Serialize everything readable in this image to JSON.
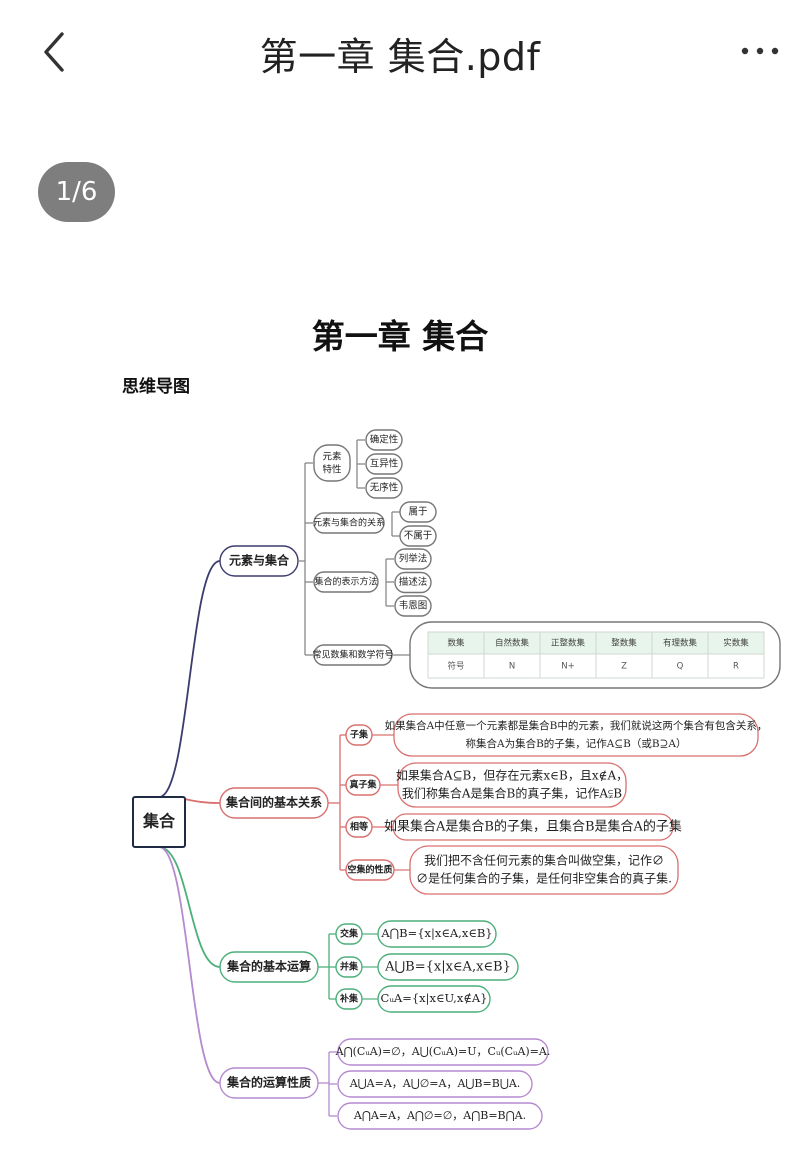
{
  "header": {
    "back_icon": "chevron-left-icon",
    "title": "第一章 集合.pdf",
    "more_icon": "more-horizontal-icon"
  },
  "page_indicator": "1/6",
  "document": {
    "title": "第一章 集合",
    "subtitle": "思维导图"
  },
  "mindmap": {
    "root": "集合",
    "branches": [
      {
        "label": "元素与集合",
        "color": "#3b3b6e",
        "children": [
          {
            "label": "元素\n特性",
            "leaves": [
              "确定性",
              "互异性",
              "无序性"
            ]
          },
          {
            "label": "元素与集合的关系",
            "leaves": [
              "属于",
              "不属于"
            ]
          },
          {
            "label": "集合的表示方法",
            "leaves": [
              "列举法",
              "描述法",
              "韦恩图"
            ]
          },
          {
            "label": "常见数集和数学符号",
            "table": {
              "header": [
                "数集",
                "自然数集",
                "正整数集",
                "整数集",
                "有理数集",
                "实数集"
              ],
              "row": [
                "符号",
                "N",
                "N+",
                "Z",
                "Q",
                "R"
              ]
            }
          }
        ]
      },
      {
        "label": "集合间的基本关系",
        "color": "#d9706f",
        "children": [
          {
            "label": "子集",
            "text": [
              "如果集合A中任意一个元素都是集合B中的元素，我们就说这两个集合有包含关系，",
              "称集合A为集合B的子集，记作A⊆B（或B⊇A）"
            ]
          },
          {
            "label": "真子集",
            "text": [
              "如果集合A⊆B，但存在元素x∈B，且x∉A，",
              "我们称集合A是集合B的真子集，记作A⫋B"
            ]
          },
          {
            "label": "相等",
            "text": [
              "如果集合A是集合B的子集，且集合B是集合A的子集"
            ]
          },
          {
            "label": "空集的性质",
            "text": [
              "我们把不含任何元素的集合叫做空集，记作∅",
              "∅是任何集合的子集，是任何非空集合的真子集."
            ]
          }
        ]
      },
      {
        "label": "集合的基本运算",
        "color": "#4caf7a",
        "children": [
          {
            "label": "交集",
            "text": [
              "A⋂B={x|x∈A,x∈B}"
            ]
          },
          {
            "label": "并集",
            "text": [
              "A⋃B={x|x∈A,x∈B}"
            ]
          },
          {
            "label": "补集",
            "text": [
              "CᵤA={x|x∈U,x∉A}"
            ]
          }
        ]
      },
      {
        "label": "集合的运算性质",
        "color": "#b58ad0",
        "children": [
          {
            "text": [
              "A⋂(CᵤA)=∅，A⋃(CᵤA)=U，Cᵤ(CᵤA)=A."
            ]
          },
          {
            "text": [
              "A⋃A=A，A⋃∅=A，A⋃B=B⋃A."
            ]
          },
          {
            "text": [
              "A⋂A=A，A⋂∅=∅，A⋂B=B⋂A."
            ]
          }
        ]
      }
    ]
  }
}
